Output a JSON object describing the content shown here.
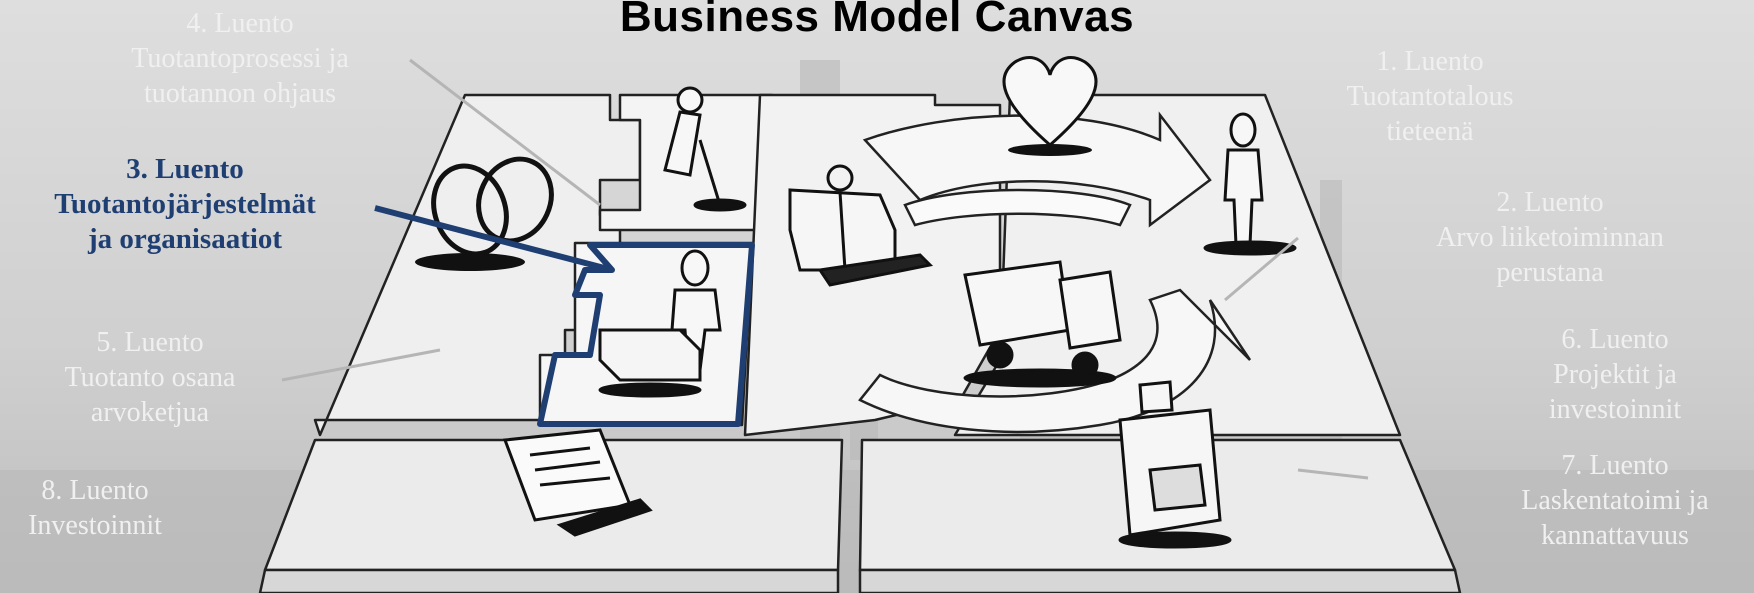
{
  "title": "Business Model Canvas",
  "lectures": [
    {
      "number": "4. Luento",
      "name_lines": [
        "Tuotantoprosessi ja",
        "tuotannon ohjaus"
      ],
      "active": false
    },
    {
      "number": "3. Luento",
      "name_lines": [
        "Tuotantojärjestelmät",
        "ja organisaatiot"
      ],
      "active": true
    },
    {
      "number": "5. Luento",
      "name_lines": [
        "Tuotanto osana",
        "arvoketjua"
      ],
      "active": false
    },
    {
      "number": "8. Luento",
      "name_lines": [
        "Investoinnit"
      ],
      "active": false
    },
    {
      "number": "1. Luento",
      "name_lines": [
        "Tuotantotalous",
        "tieteenä"
      ],
      "active": false
    },
    {
      "number": "2. Luento",
      "name_lines": [
        "Arvo liiketoiminnan",
        "perustana"
      ],
      "active": false
    },
    {
      "number": "6. Luento",
      "name_lines": [
        "Projektit ja",
        "investoinnit"
      ],
      "active": false
    },
    {
      "number": "7. Luento",
      "name_lines": [
        "Laskentatoimi ja",
        "kannattavuus"
      ],
      "active": false
    }
  ],
  "colors": {
    "highlight": "#1f3f73",
    "inactive_text": "#f0f0f0",
    "title": "#000000"
  }
}
